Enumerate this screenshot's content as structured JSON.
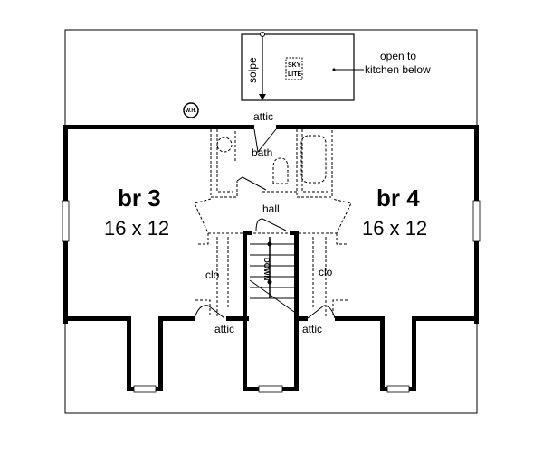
{
  "rooms": {
    "br3": {
      "name": "br 3",
      "size": "16 x 12"
    },
    "br4": {
      "name": "br 4",
      "size": "16 x 12"
    }
  },
  "labels": {
    "bath": "bath",
    "hall": "hall",
    "clo_left": "clo",
    "clo_right": "clo",
    "attic_top": "attic",
    "attic_left": "attic",
    "attic_right": "attic",
    "down": "DOWN",
    "slope": "solpe",
    "skylite_1": "SKY",
    "skylite_2": "LITE",
    "open_to_1": "open to",
    "open_to_2": "kitchen below",
    "water_heater": "W.H."
  }
}
